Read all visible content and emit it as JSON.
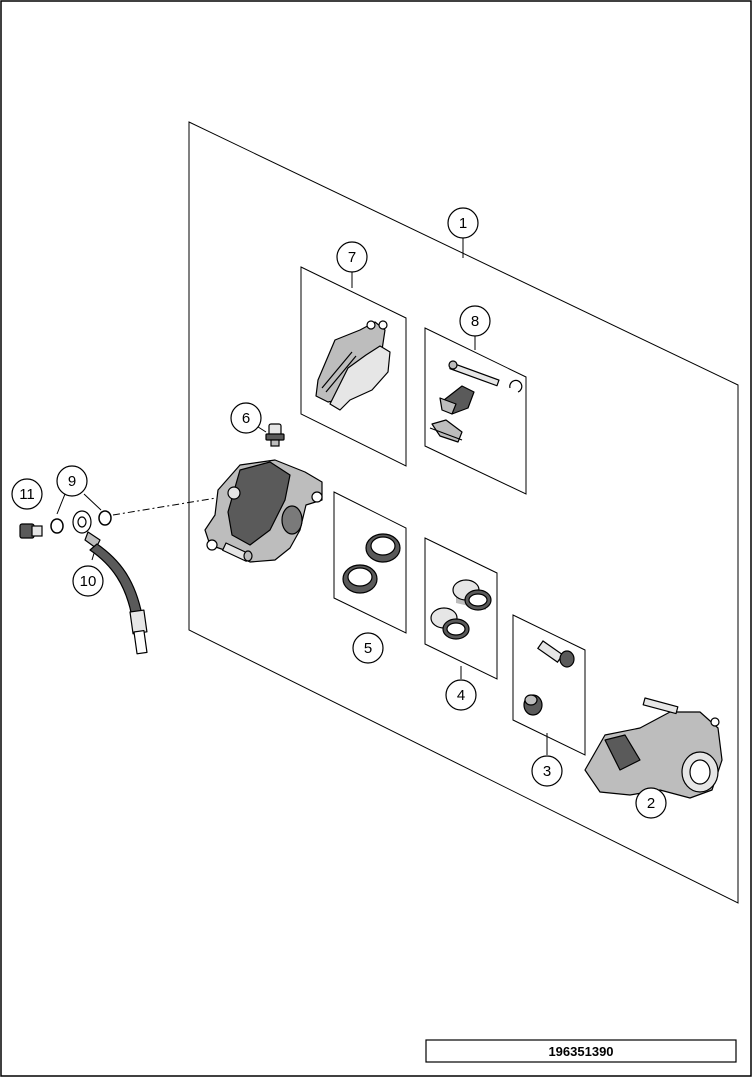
{
  "diagram": {
    "reference_number": "196351390",
    "callouts": [
      {
        "id": "c1",
        "label": "1"
      },
      {
        "id": "c2",
        "label": "2"
      },
      {
        "id": "c3",
        "label": "3"
      },
      {
        "id": "c4",
        "label": "4"
      },
      {
        "id": "c5",
        "label": "5"
      },
      {
        "id": "c6",
        "label": "6"
      },
      {
        "id": "c7",
        "label": "7"
      },
      {
        "id": "c8",
        "label": "8"
      },
      {
        "id": "c9",
        "label": "9"
      },
      {
        "id": "c10",
        "label": "10"
      },
      {
        "id": "c11",
        "label": "11"
      }
    ]
  },
  "colors": {
    "line": "#000000",
    "part_fill": "#bdbdbd",
    "part_dark": "#5a5a5a",
    "background": "#ffffff"
  }
}
